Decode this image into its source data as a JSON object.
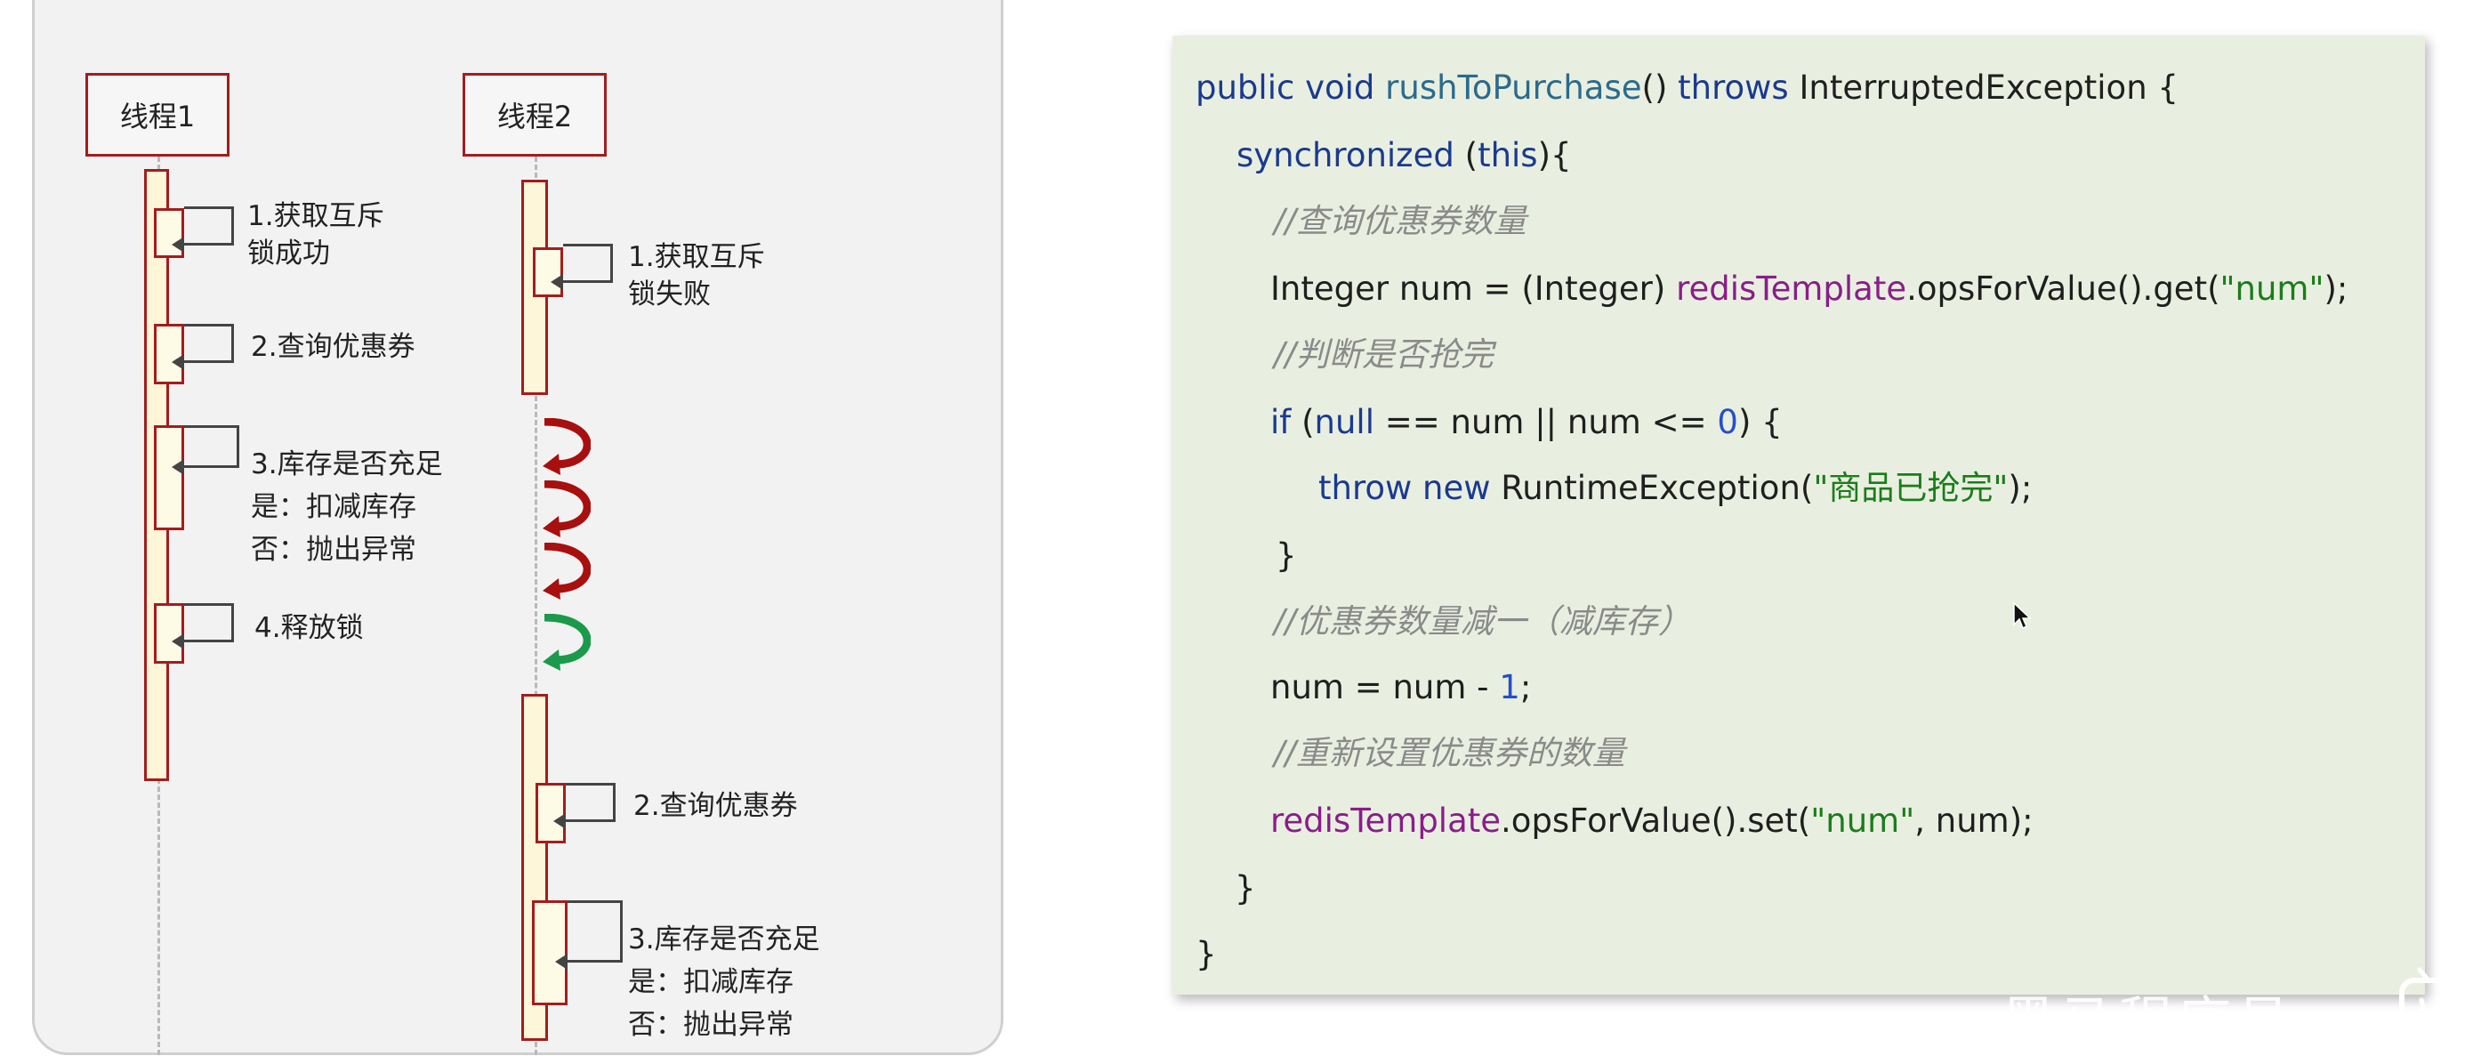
{
  "diagram": {
    "thread1": {
      "title": "线程1",
      "steps": [
        "1.获取互斥\n锁成功",
        "2.查询优惠券",
        "3.库存是否充足\n是：扣减库存\n否：抛出异常",
        "4.释放锁"
      ]
    },
    "thread2": {
      "title": "线程2",
      "steps": [
        "1.获取互斥\n锁失败",
        "2.查询优惠券",
        "3.库存是否充足\n是：扣减库存\n否：抛出异常"
      ]
    },
    "retry_arrows": [
      {
        "icon": "red-retry-curl-icon",
        "color": "#a80f0f"
      },
      {
        "icon": "red-retry-curl-icon",
        "color": "#a80f0f"
      },
      {
        "icon": "red-retry-curl-icon",
        "color": "#a80f0f"
      },
      {
        "icon": "green-success-curl-icon",
        "color": "#1a9a4a"
      }
    ]
  },
  "code": {
    "line1": {
      "kw1": "public void ",
      "method": "rushToPurchase",
      "rest": "() ",
      "kw2": "throws ",
      "exc": "InterruptedException {"
    },
    "line2": {
      "kw": "synchronized ",
      "p1": "(",
      "kw2": "this",
      "p2": "){"
    },
    "line3": "//查询优惠券数量",
    "line4": {
      "pre": "Integer num = (Integer) ",
      "field": "redisTemplate",
      "mid": ".opsForValue().get(",
      "str": "\"num\"",
      "end": ");"
    },
    "line5": "//判断是否抢完",
    "line6": {
      "kw": "if ",
      "p1": "(",
      "kw2": "null",
      "mid": " == num || num <= ",
      "num": "0",
      "end": ") {"
    },
    "line7": {
      "kw": "throw new ",
      "cls": "RuntimeException(",
      "str": "\"商品已抢完\"",
      "end": ");"
    },
    "line8": "}",
    "line9": "//优惠券数量减一（减库存）",
    "line10": {
      "pre": "num = num - ",
      "num": "1",
      "end": ";"
    },
    "line11": "//重新设置优惠券的数量",
    "line12": {
      "field": "redisTemplate",
      "mid": ".opsForValue().set(",
      "str": "\"num\"",
      "end": ", num);"
    },
    "line13": "}",
    "line14": "}"
  },
  "colors": {
    "keyword": "#1a3a8f",
    "field": "#8a1d8a",
    "string": "#1a7d1a",
    "number": "#2450c8",
    "comment": "#8a8a8a",
    "code_bg": "#e9efe0",
    "lifeline_border": "#a51c1c"
  },
  "overlay": {
    "watermark": "黑马程序员",
    "player_icon": "bilibili-tv-icon"
  }
}
